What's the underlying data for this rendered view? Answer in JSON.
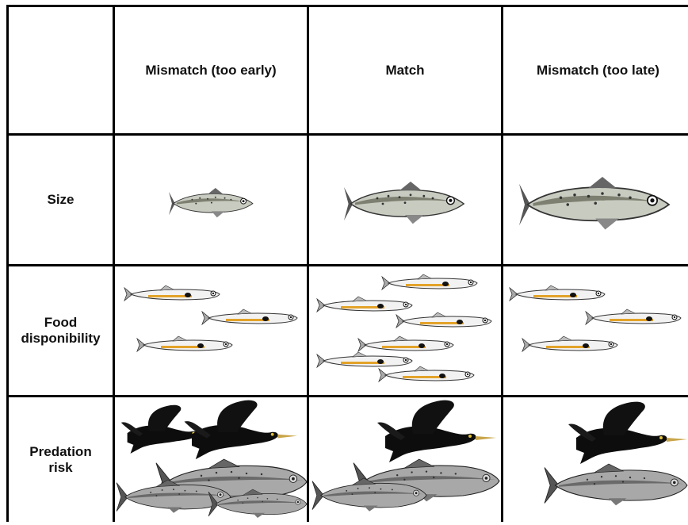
{
  "columns": {
    "col1": "Mismatch (too early)",
    "col2": "Match",
    "col3": "Mismatch (too late)"
  },
  "rows": {
    "size": "Size",
    "food_line1": "Food",
    "food_line2": "disponibility",
    "predation_line1": "Predation",
    "predation_line2": "risk"
  },
  "icons": {
    "size_fish": "juvenile-salmon-icon",
    "prey_fish": "small-prey-fish-icon",
    "predator_bird": "cormorant-icon",
    "predator_fish": "predatory-fish-icon"
  },
  "colors": {
    "border": "#000000",
    "prey_stripe": "#e3a32a",
    "bird": "#0d0d0d",
    "bird_beak": "#c9a64a"
  }
}
